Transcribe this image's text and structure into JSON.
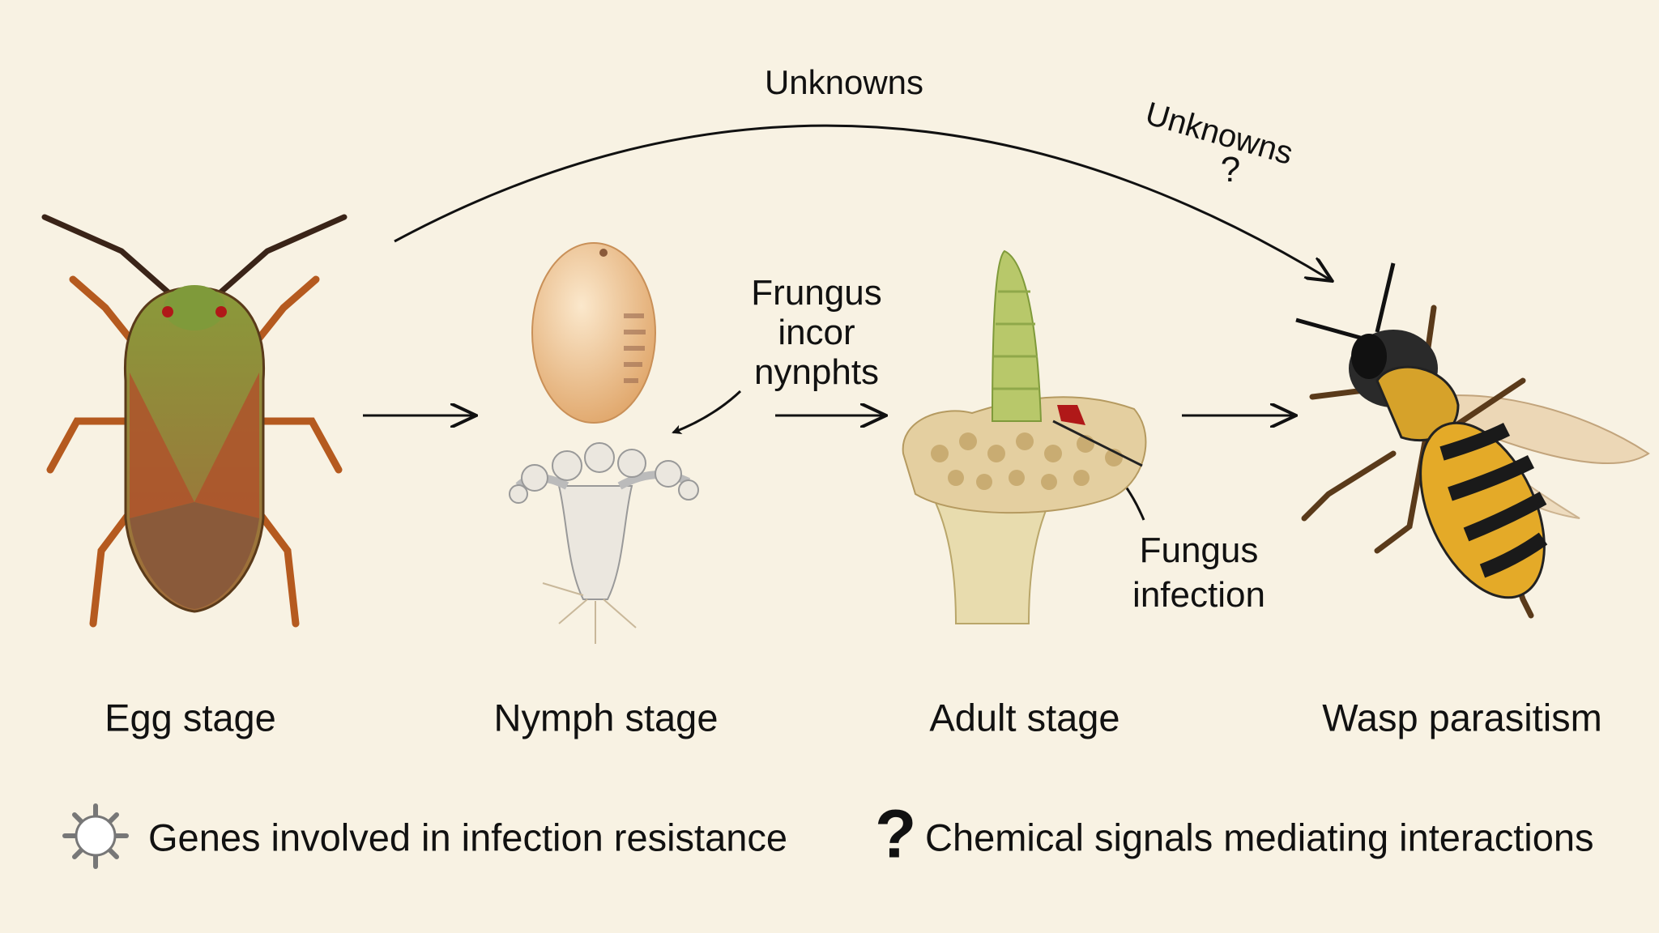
{
  "annotations": {
    "unknowns_top": "Unknowns",
    "unknowns_right": "Unknowns",
    "question_mark": "?",
    "fungus_nymphs": [
      "Frungus",
      "incor",
      "nynphts"
    ],
    "fungus_infection": [
      "Fungus",
      "infection"
    ]
  },
  "stages": [
    {
      "label": "Egg stage",
      "icon": "stink-bug-icon"
    },
    {
      "label": "Nymph stage",
      "icon": "egg-and-fungus-icon"
    },
    {
      "label": "Adult stage",
      "icon": "infected-larva-icon"
    },
    {
      "label": "Wasp parasitism",
      "icon": "wasp-icon"
    }
  ],
  "legend": [
    {
      "icon": "gene-cell-icon",
      "label": "Genes involved in infection resistance"
    },
    {
      "icon": "question-mark-icon",
      "symbol": "?",
      "label": "Chemical signals mediating interactions"
    }
  ],
  "colors": {
    "background": "#f8f2e3",
    "ink": "#111111"
  }
}
